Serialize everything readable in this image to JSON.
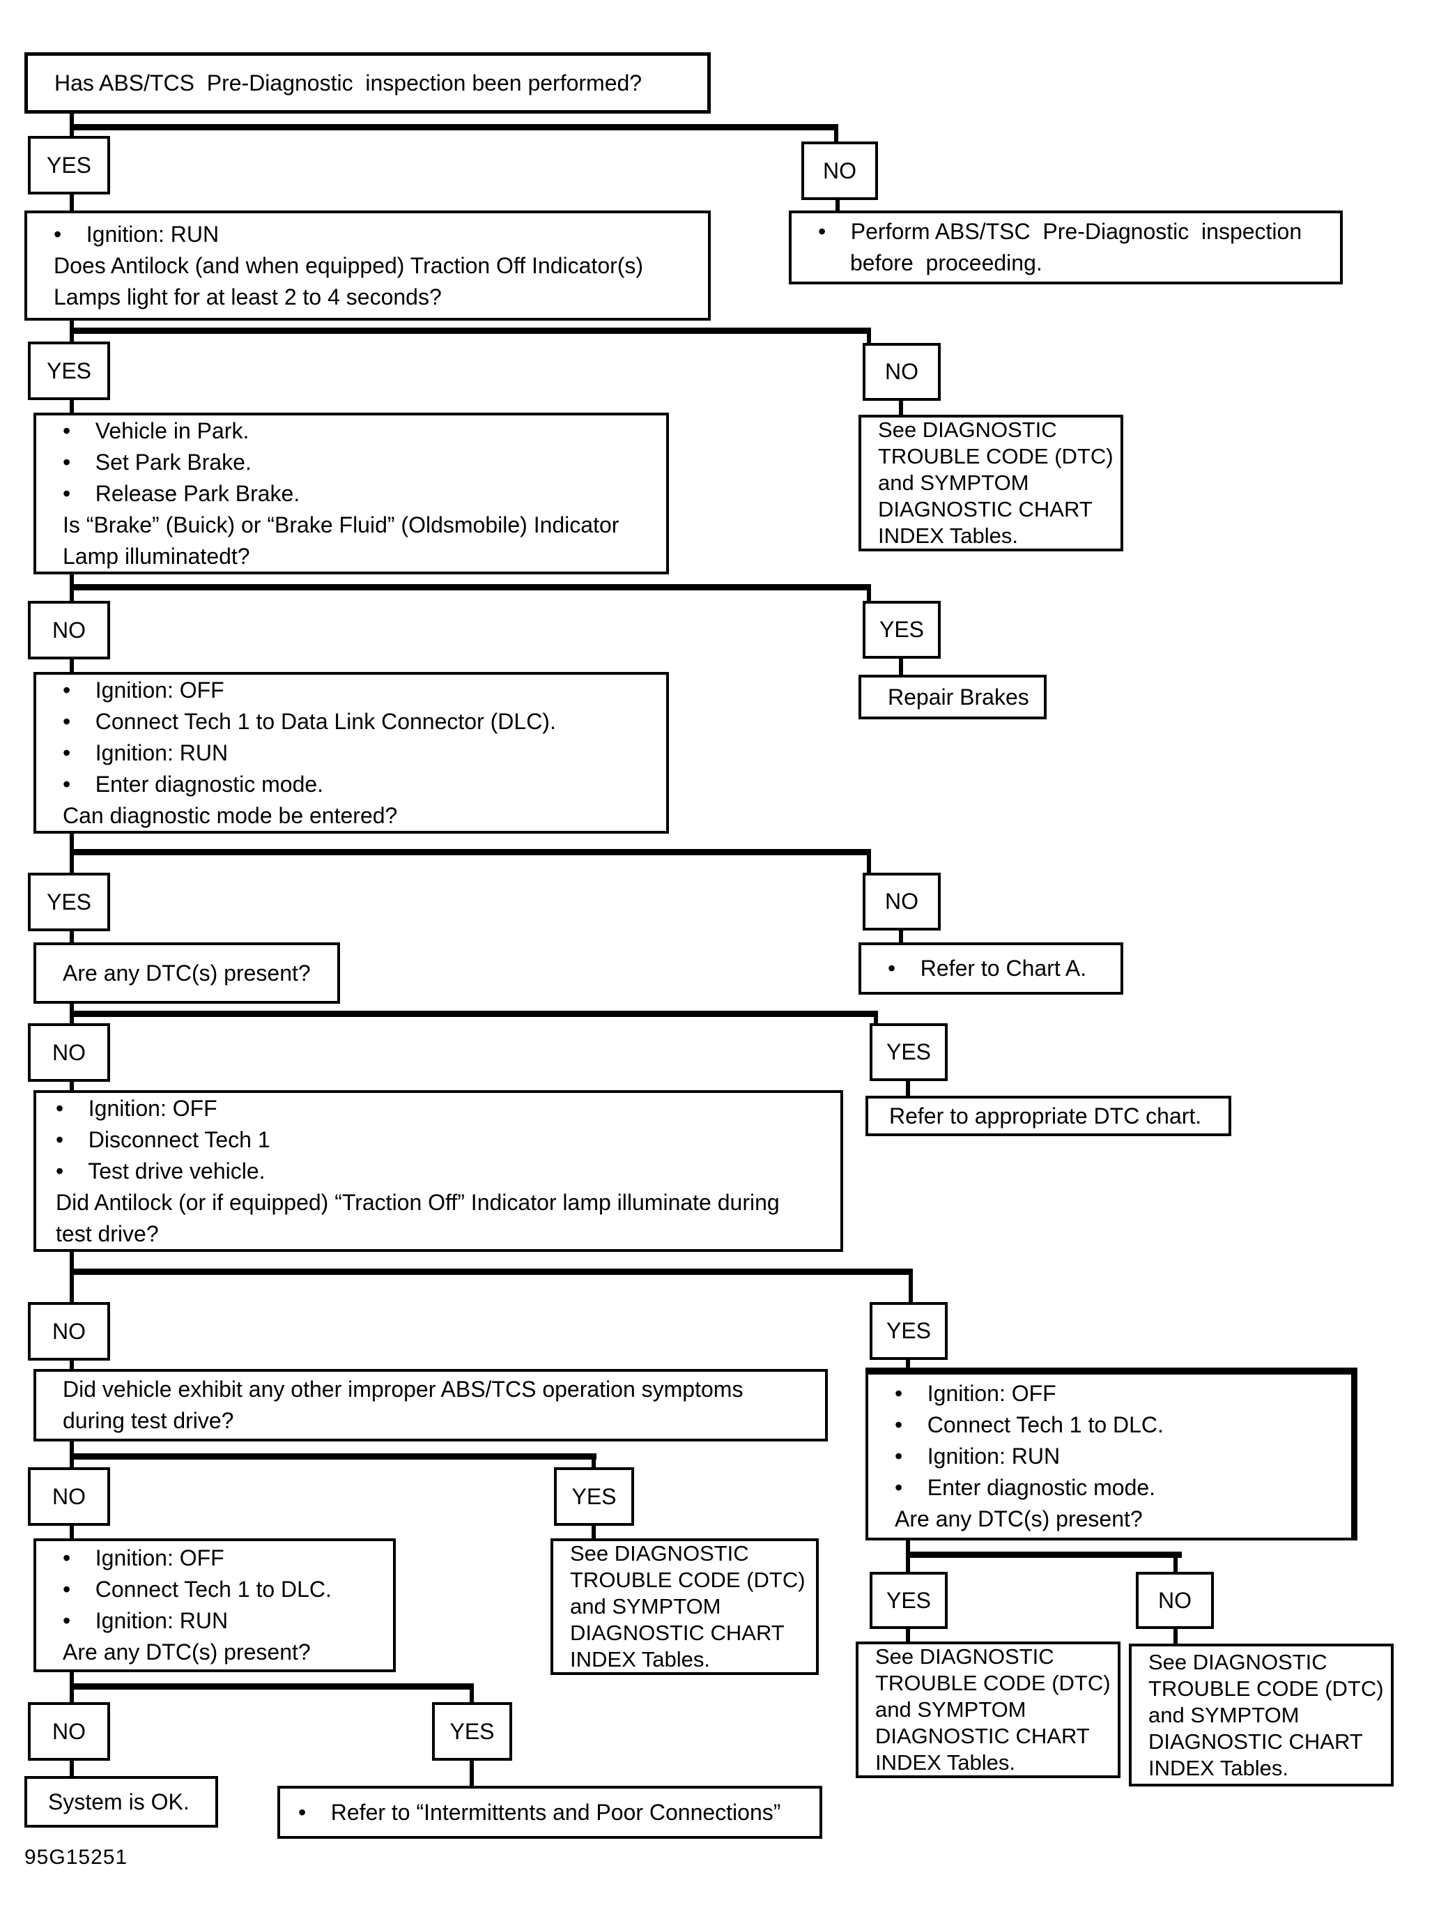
{
  "figure_id": "95G15251",
  "labels": {
    "yes": "YES",
    "no": "NO"
  },
  "nodes": {
    "q1": {
      "lines": [
        "Has ABS/TCS  Pre-Diagnostic  inspection been performed?"
      ]
    },
    "r1": {
      "lines": [
        "•    Perform ABS/TSC  Pre-Diagnostic  inspection",
        "before  proceeding."
      ]
    },
    "q2": {
      "lines": [
        "•    Ignition: RUN",
        "Does Antilock (and when equipped) Traction Off Indicator(s)",
        "Lamps light for at least 2 to 4 seconds?"
      ]
    },
    "q3": {
      "lines": [
        "•    Vehicle in Park.",
        "•    Set Park Brake.",
        "•    Release Park Brake.",
        "Is “Brake” (Buick) or “Brake Fluid” (Oldsmobile) Indicator",
        "Lamp illuminatedt?"
      ]
    },
    "r2": {
      "lines": [
        "See DIAGNOSTIC",
        "TROUBLE CODE (DTC)",
        "and SYMPTOM",
        "DIAGNOSTIC CHART",
        "INDEX Tables."
      ]
    },
    "q4": {
      "lines": [
        "•    Ignition: OFF",
        "•    Connect Tech 1 to Data Link Connector (DLC).",
        "•    Ignition: RUN",
        "•    Enter diagnostic mode.",
        "Can diagnostic mode be entered?"
      ]
    },
    "r3": {
      "lines": [
        "Repair Brakes"
      ]
    },
    "q5": {
      "lines": [
        "Are any DTC(s) present?"
      ]
    },
    "r4": {
      "lines": [
        "•    Refer to Chart A."
      ]
    },
    "q6": {
      "lines": [
        "•    Ignition: OFF",
        "•    Disconnect Tech 1",
        "•    Test drive vehicle.",
        "Did Antilock (or if equipped) “Traction Off” Indicator lamp illuminate during",
        "test drive?"
      ]
    },
    "r5": {
      "lines": [
        "Refer to appropriate DTC chart."
      ]
    },
    "q7": {
      "lines": [
        "Did vehicle exhibit any other improper ABS/TCS operation symptoms",
        "during test drive?"
      ]
    },
    "q8": {
      "lines": [
        "•    Ignition: OFF",
        "•    Connect Tech 1 to DLC.",
        "•    Ignition: RUN",
        "•    Enter diagnostic mode.",
        "Are any DTC(s) present?"
      ]
    },
    "q9": {
      "lines": [
        "•    Ignition: OFF",
        "•    Connect Tech 1 to DLC.",
        "•    Ignition: RUN",
        "Are any DTC(s) present?"
      ]
    },
    "r6": {
      "lines": [
        "See DIAGNOSTIC",
        "TROUBLE CODE (DTC)",
        "and SYMPTOM",
        "DIAGNOSTIC CHART",
        "INDEX Tables."
      ]
    },
    "r7": {
      "lines": [
        "System is OK."
      ]
    },
    "r8": {
      "lines": [
        "•    Refer to “Intermittents and Poor Connections”"
      ]
    },
    "r9": {
      "lines": [
        "See DIAGNOSTIC",
        "TROUBLE CODE (DTC)",
        "and SYMPTOM",
        "DIAGNOSTIC CHART",
        "INDEX Tables."
      ]
    },
    "r10": {
      "lines": [
        "See DIAGNOSTIC",
        "TROUBLE CODE (DTC)",
        "and SYMPTOM",
        "DIAGNOSTIC CHART",
        "INDEX Tables."
      ]
    }
  }
}
